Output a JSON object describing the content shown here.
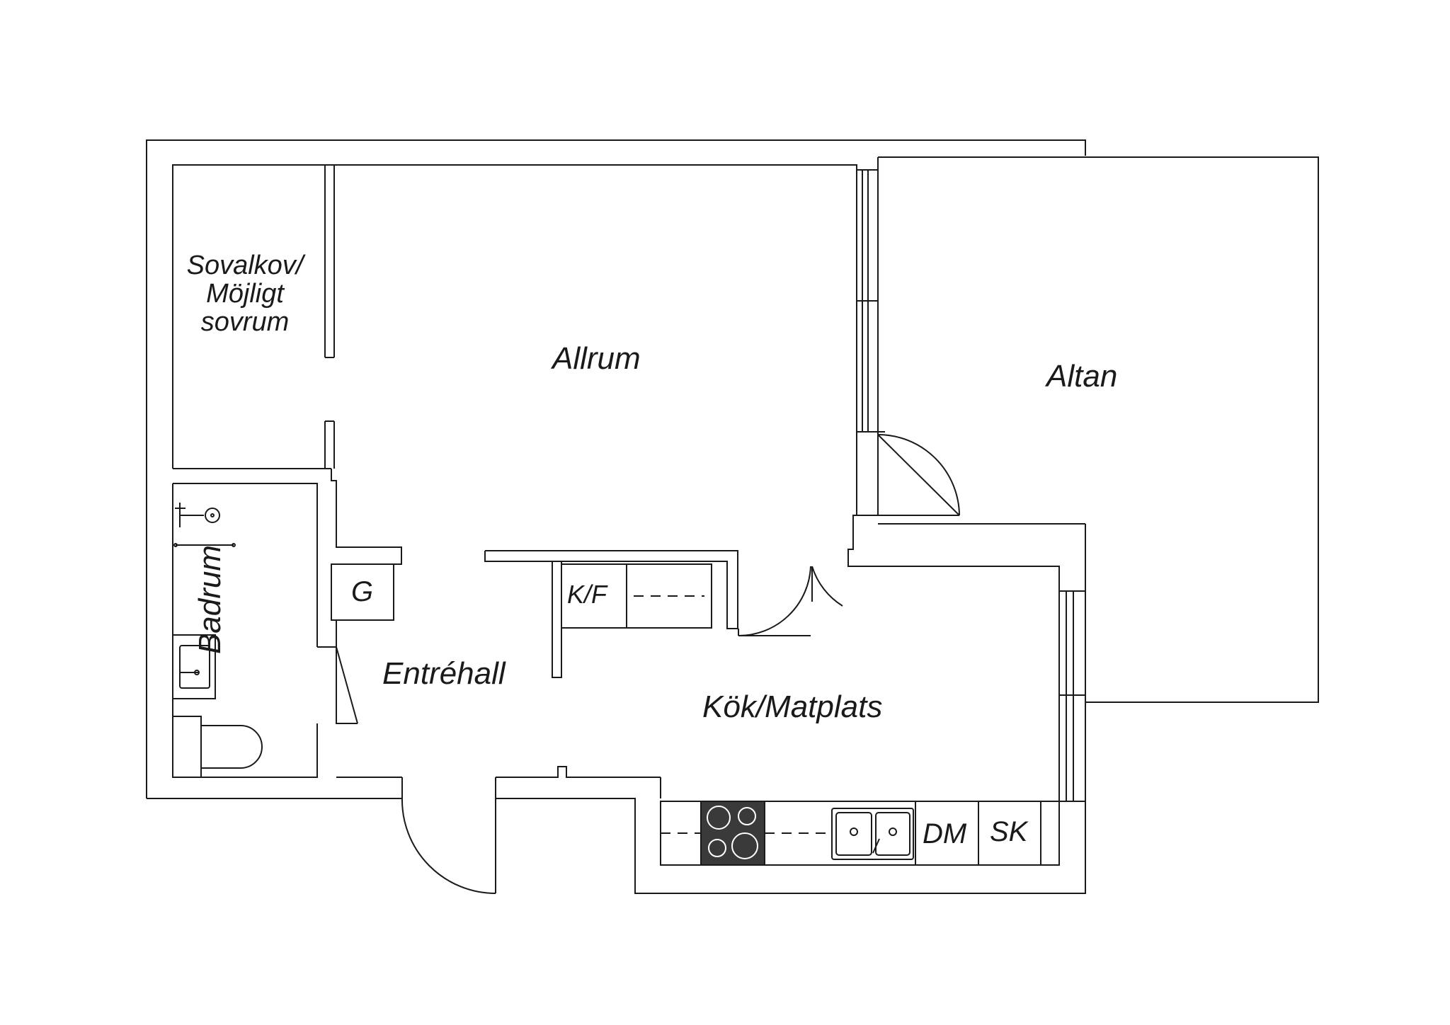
{
  "rooms": {
    "sovalkov_line1": "Sovalkov/",
    "sovalkov_line2": "Möjligt",
    "sovalkov_line3": "sovrum",
    "allrum": "Allrum",
    "altan": "Altan",
    "badrum": "Badrum",
    "entrehall": "Entréhall",
    "kok": "Kök/Matplats"
  },
  "fixtures": {
    "garderob": "G",
    "kyl_frys": "K/F",
    "diskmaskin": "DM",
    "skap": "SK"
  },
  "colors": {
    "line": "#1a1a1a",
    "background": "#ffffff",
    "hob": "#3a3a3a"
  }
}
